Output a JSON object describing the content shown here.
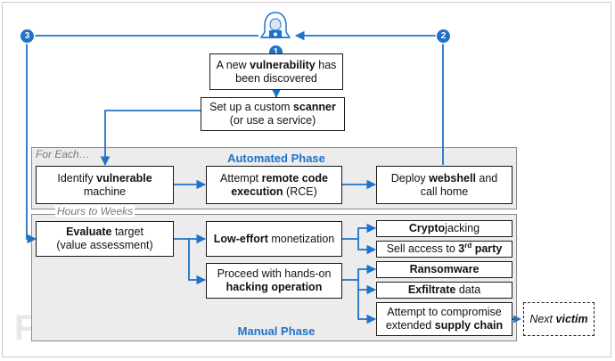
{
  "phases": {
    "automated": {
      "caption": "For Each…",
      "title": "Automated Phase"
    },
    "manual": {
      "caption": "Hours to Weeks",
      "title": "Manual Phase"
    }
  },
  "boxes": {
    "vuln": {
      "pre": "A new ",
      "bold": "vulnerability",
      "post": " has",
      "line2": "been discovered"
    },
    "scanner": {
      "pre": "Set up a custom ",
      "bold": "scanner",
      "line2": "(or use a service)"
    },
    "identify": {
      "pre": "Identify ",
      "bold": "vulnerable",
      "line2": "machine"
    },
    "rce": {
      "pre": "Attempt ",
      "bold": "remote code",
      "line2bold": "execution",
      "line2post": " (RCE)"
    },
    "webshell": {
      "pre": "Deploy ",
      "bold": "webshell",
      "post": " and",
      "line2": "call home"
    },
    "evaluate": {
      "bold": "Evaluate",
      "post": " target",
      "line2": "(value assessment)"
    },
    "low_effort": {
      "bold": "Low-effort",
      "post": " monetization"
    },
    "hands_on": {
      "line1": "Proceed with hands-on",
      "line2bold": "hacking operation"
    },
    "crypto": {
      "bold": "Crypto",
      "post": "jacking"
    },
    "sell": {
      "pre": "Sell access to ",
      "bold": "3",
      "sup": "rd",
      "post_bold": " party"
    },
    "ransomware": {
      "bold": "Ransomware"
    },
    "exfiltrate": {
      "bold": "Exfiltrate",
      "post": " data"
    },
    "supply": {
      "line1": "Attempt to compromise",
      "pre2": "extended ",
      "bold2": "supply chain"
    },
    "next": {
      "pre": "Next ",
      "bold": "victim"
    }
  },
  "badges": {
    "one": "1",
    "two": "2",
    "three": "3"
  },
  "watermark": "FREEBUF",
  "icon": "hooded-hacker-icon",
  "colors": {
    "accent": "#1f72c8",
    "panel": "#ececec",
    "border": "#1a1a1a"
  }
}
